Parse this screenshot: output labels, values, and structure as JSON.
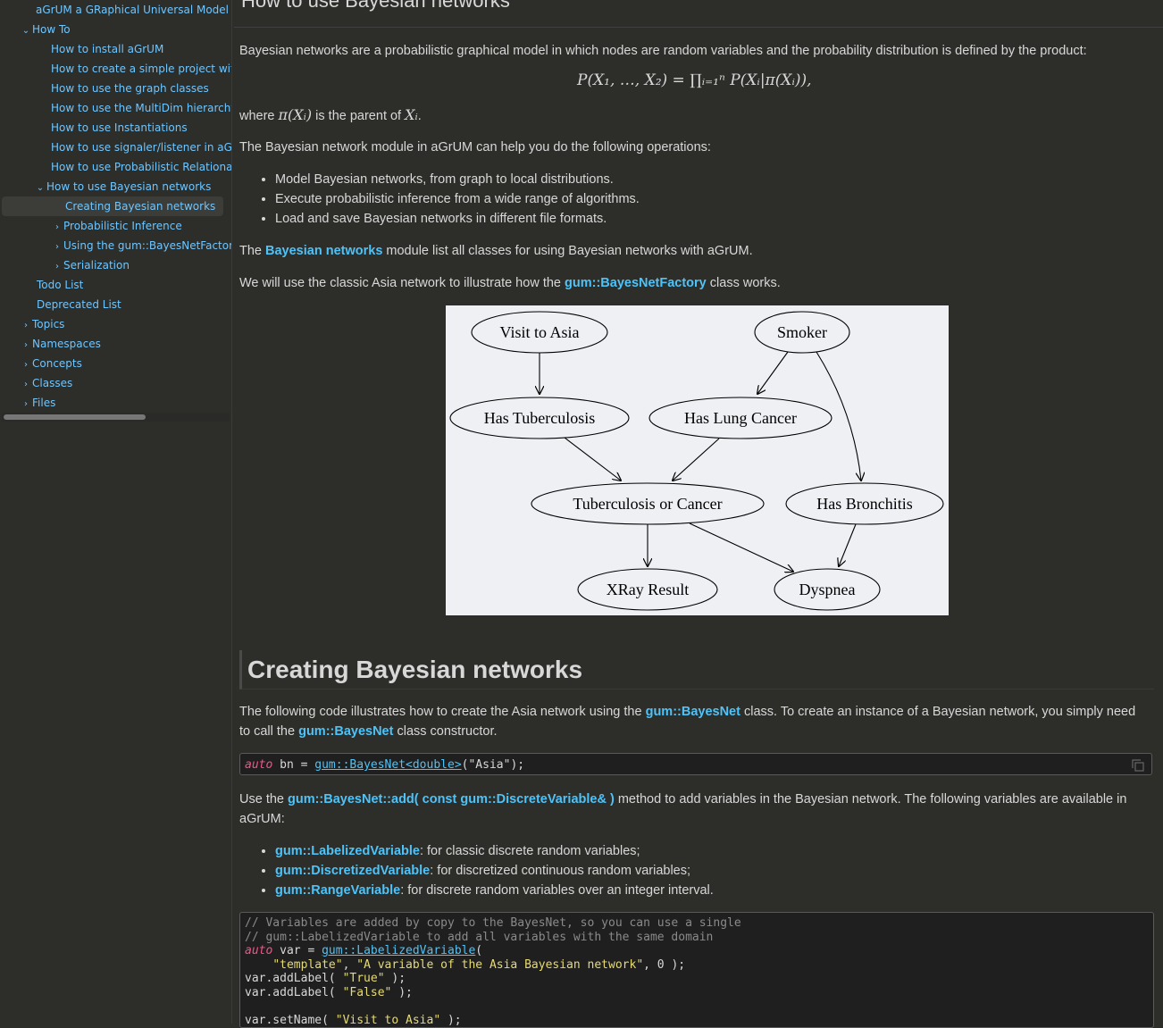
{
  "sidebar": {
    "items": [
      {
        "label": "aGrUM a GRaphical Universal Model",
        "arrow": ""
      },
      {
        "label": "How To",
        "arrow": "⌄"
      },
      {
        "label": "How to install aGrUM",
        "arrow": ""
      },
      {
        "label": "How to create a simple project with aGrUM",
        "arrow": ""
      },
      {
        "label": "How to use the graph classes",
        "arrow": ""
      },
      {
        "label": "How to use the MultiDim hierarchy",
        "arrow": ""
      },
      {
        "label": "How to use Instantiations",
        "arrow": ""
      },
      {
        "label": "How to use signaler/listener in aGrUM",
        "arrow": ""
      },
      {
        "label": "How to use Probabilistic Relational Models",
        "arrow": ""
      },
      {
        "label": "How to use Bayesian networks",
        "arrow": "⌄"
      },
      {
        "label": "Creating Bayesian networks",
        "arrow": ""
      },
      {
        "label": "Probabilistic Inference",
        "arrow": "›"
      },
      {
        "label": "Using the gum::BayesNetFactory",
        "arrow": "›"
      },
      {
        "label": "Serialization",
        "arrow": "›"
      },
      {
        "label": "Todo List",
        "arrow": ""
      },
      {
        "label": "Deprecated List",
        "arrow": ""
      },
      {
        "label": "Topics",
        "arrow": "›"
      },
      {
        "label": "Namespaces",
        "arrow": "›"
      },
      {
        "label": "Concepts",
        "arrow": "›"
      },
      {
        "label": "Classes",
        "arrow": "›"
      },
      {
        "label": "Files",
        "arrow": "›"
      }
    ]
  },
  "page": {
    "title": "How to use Bayesian networks",
    "intro": "Bayesian networks are a probabilistic graphical model in which nodes are random variables and the probability distribution is defined by the product:",
    "formula": "P(X₁, …, X₂) = ∏ᵢ₌₁ⁿ P(Xᵢ|π(Xᵢ)),",
    "where_prefix": "where ",
    "where_math": "π(Xᵢ)",
    "where_mid": " is the parent of ",
    "where_math2": "Xᵢ",
    "where_suffix": ".",
    "ops_intro": "The Bayesian network module in aGrUM can help you do the following operations:",
    "ops": [
      "Model Bayesian networks, from graph to local distributions.",
      "Execute probabilistic inference from a wide range of algorithms.",
      "Load and save Bayesian networks in different file formats."
    ],
    "module_pre": "The ",
    "module_link": "Bayesian networks",
    "module_post": " module list all classes for using Bayesian networks with aGrUM.",
    "asia_pre": "We will use the classic Asia network to illustrate how the ",
    "asia_link": "gum::BayesNetFactory",
    "asia_post": " class works.",
    "section_title": "Creating Bayesian networks",
    "create_pre": "The following code illustrates how to create the Asia network using the ",
    "create_link1": "gum::BayesNet",
    "create_mid": " class. To create an instance of a Bayesian network, you simply need",
    "create_line2_pre": "to call the ",
    "create_link2": "gum::BayesNet",
    "create_post": " class constructor.",
    "add_pre": "Use the ",
    "add_link": "gum::BayesNet::add( const gum::DiscreteVariable& )",
    "add_post": " method to add variables in the Bayesian network. The following variables are available in",
    "add_line2": "aGrUM:",
    "vars": [
      {
        "link": "gum::LabelizedVariable",
        "text": ": for classic discrete random variables;"
      },
      {
        "link": "gum::DiscretizedVariable",
        "text": ": for discretized continuous random variables;"
      },
      {
        "link": "gum::RangeVariable",
        "text": ": for discrete random variables over an integer interval."
      }
    ]
  },
  "code1": {
    "kw": "auto",
    "plain1": " bn = ",
    "cls": "gum::BayesNet<double>",
    "plain2": "(\"Asia\");"
  },
  "code2": {
    "c1": "// Variables are added by copy to the BayesNet, so you can use a single",
    "c2": "// gum::LabelizedVariable to add all variables with the same domain",
    "kw": "auto",
    "l3": " var = ",
    "cls": "gum::LabelizedVariable",
    "l3b": "(",
    "l4a": "    ",
    "l4s1": "\"template\"",
    "l4b": ", ",
    "l4s2": "\"A variable of the Asia Bayesian network\"",
    "l4c": ", 0 );",
    "l5a": "var.addLabel( ",
    "l5s": "\"True\"",
    "l5b": " );",
    "l6a": "var.addLabel( ",
    "l6s": "\"False\"",
    "l6b": " );",
    "l8a": "var.setName( ",
    "l8s": "\"Visit to Asia\"",
    "l8b": " );"
  },
  "graph": {
    "nodes": [
      "Visit to Asia",
      "Smoker",
      "Has Tuberculosis",
      "Has Lung Cancer",
      "Tuberculosis or Cancer",
      "Has Bronchitis",
      "XRay Result",
      "Dyspnea"
    ]
  }
}
